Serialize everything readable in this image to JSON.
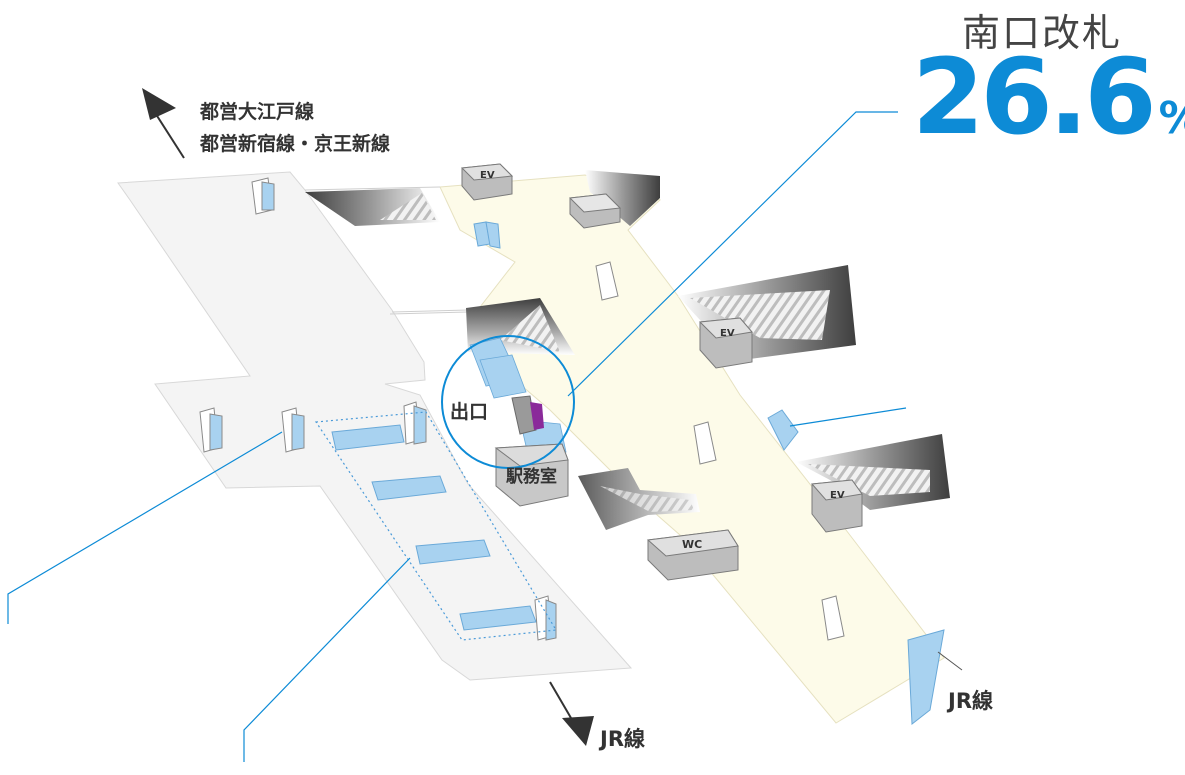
{
  "header": {
    "title": "南口改札",
    "value": "26.6",
    "unit": "%"
  },
  "labels": {
    "line_top_1": "都営大江戸線",
    "line_top_2": "都営新宿線・京王新線",
    "exit": "出口",
    "station_office": "駅務室",
    "jr_bottom": "JR線",
    "jr_right": "JR線",
    "ev_1": "EV",
    "ev_2": "EV",
    "ev_3": "EV",
    "wc": "WC"
  },
  "colors": {
    "accent": "#0d8bd6",
    "floor_grey": "#f4f4f4",
    "floor_yellow": "#fdfbe9",
    "glass": "#a8d2f0",
    "office_purple": "#8a2a9a"
  }
}
